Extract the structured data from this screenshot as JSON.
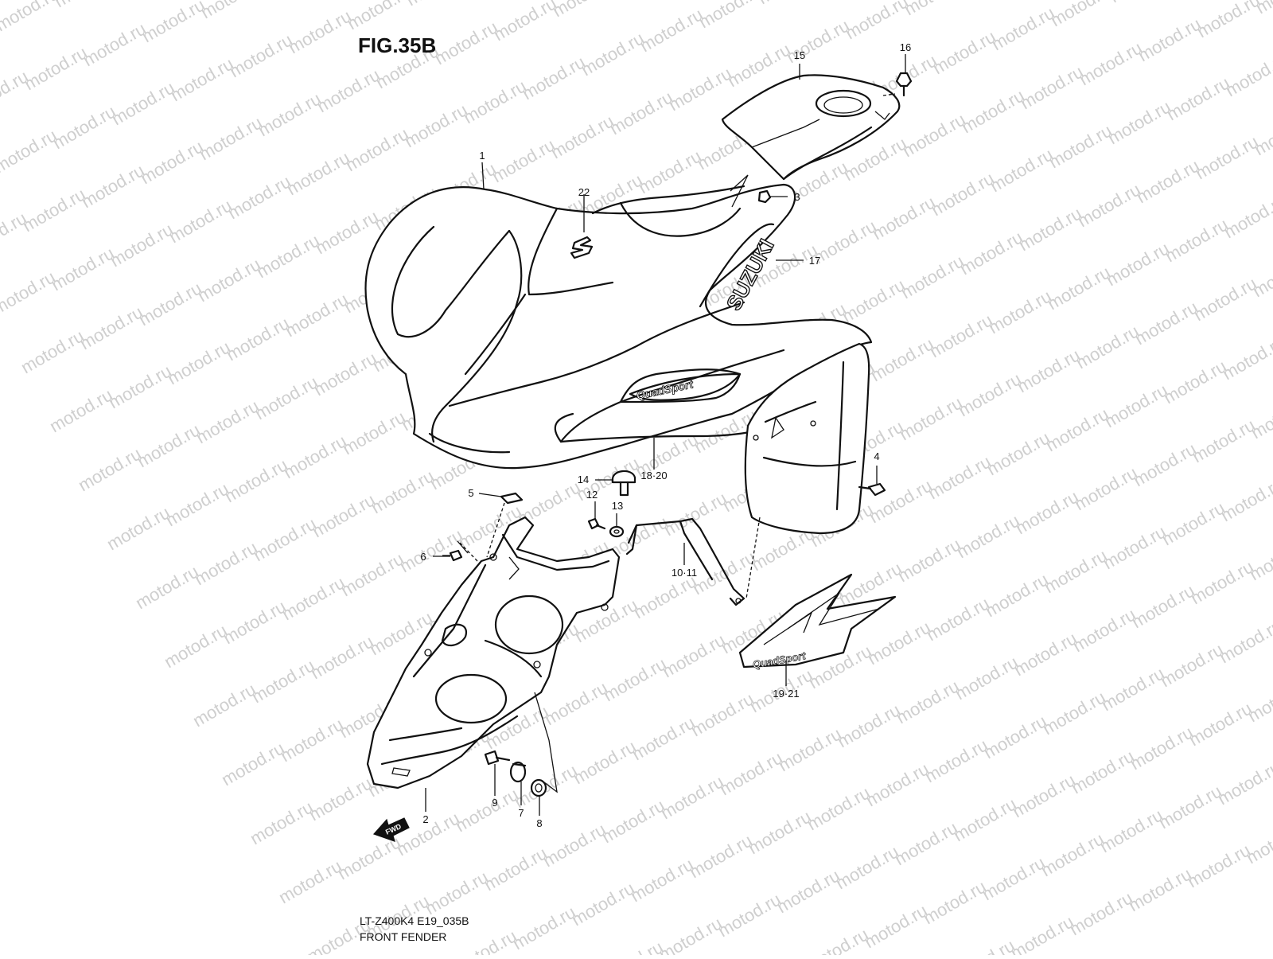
{
  "figure": {
    "title": "FIG.35B",
    "code": "LT-Z400K4 E19_035B",
    "caption": "FRONT FENDER",
    "fwd_arrow": "FWD",
    "brand_decal": "SUZUKI"
  },
  "watermark": {
    "text": "motod.ru"
  },
  "callouts": [
    {
      "id": "c1",
      "label": "1"
    },
    {
      "id": "c2",
      "label": "2"
    },
    {
      "id": "c3",
      "label": "3"
    },
    {
      "id": "c4",
      "label": "4"
    },
    {
      "id": "c5",
      "label": "5"
    },
    {
      "id": "c6",
      "label": "6"
    },
    {
      "id": "c7",
      "label": "7"
    },
    {
      "id": "c8",
      "label": "8"
    },
    {
      "id": "c9",
      "label": "9"
    },
    {
      "id": "c10",
      "label": "10·11"
    },
    {
      "id": "c12",
      "label": "12"
    },
    {
      "id": "c13",
      "label": "13"
    },
    {
      "id": "c14",
      "label": "14"
    },
    {
      "id": "c15",
      "label": "15"
    },
    {
      "id": "c16",
      "label": "16"
    },
    {
      "id": "c17",
      "label": "17"
    },
    {
      "id": "c18",
      "label": "18·20"
    },
    {
      "id": "c19",
      "label": "19·21"
    },
    {
      "id": "c22",
      "label": "22"
    }
  ]
}
